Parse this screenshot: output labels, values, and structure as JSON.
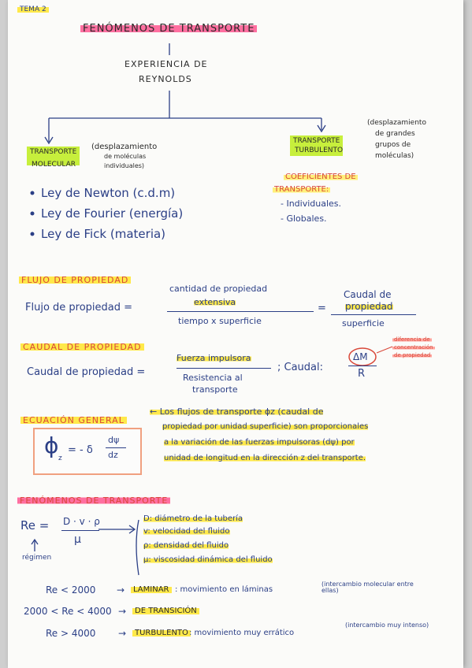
{
  "header": {
    "tema": "TEMA 2",
    "title": "FENÓMENOS DE TRANSPORTE"
  },
  "tree": {
    "root_line1": "EXPERIENCIA DE",
    "root_line2": "REYNOLDS",
    "left_box_line1": "TRANSPORTE",
    "left_box_line2": "MOLECULAR",
    "left_note_line1": "(desplazamiento",
    "left_note_line2": "de moléculas",
    "left_note_line3": "individuales)",
    "laws": [
      "Ley de Newton (c.d.m)",
      "Ley de Fourier (energía)",
      "Ley de Fick (materia)"
    ],
    "right_box_line1": "TRANSPORTE",
    "right_box_line2": "TURBULENTO",
    "right_note_line1": "(desplazamiento",
    "right_note_line2": "de grandes",
    "right_note_line3": "grupos de",
    "right_note_line4": "moléculas)",
    "coef_line1": "COEFICIENTES DE",
    "coef_line2": "TRANSPORTE:",
    "coef_items": [
      "- Individuales.",
      "- Globales."
    ]
  },
  "flujo": {
    "heading": "FLUJO DE PROPIEDAD",
    "lhs": "Flujo de propiedad =",
    "num1_line1": "cantidad de propiedad",
    "num1_line2": "extensiva",
    "den1": "tiempo x superficie",
    "equals": "=",
    "num2_line1": "Caudal de",
    "num2_line2": "propiedad",
    "den2": "superficie"
  },
  "caudal": {
    "heading": "CAUDAL DE PROPIEDAD",
    "lhs": "Caudal de propiedad =",
    "num": "Fuerza impulsora",
    "den_line1": "Resistencia al",
    "den_line2": "transporte",
    "sep": "; Caudal:",
    "delta": "ΔM",
    "r": "R",
    "note_line1": "diferencia de",
    "note_line2": "concentración",
    "note_line3": "de propiedad"
  },
  "ecuacion": {
    "heading": "ECUACIÓN GENERAL",
    "phi": "ϕ",
    "sub_z": "z",
    "formula_mid": "= - δ",
    "dpsi": "dψ",
    "dz": "dz",
    "text_lines": [
      "← Los flujos de transporte ϕz (caudal de",
      "propiedad por unidad superficie) son proporcionales",
      "a la variación de las fuerzas impulsoras (dψ) por",
      "unidad de longitud en la dirección z del transporte."
    ]
  },
  "reynolds": {
    "heading": "FENÓMENOS DE TRANSPORTE",
    "re": "Re =",
    "num": "D · v · ρ",
    "den": "μ",
    "regimen": "régimen",
    "defs": [
      "D: diámetro de la tubería",
      "v: velocidad del fluido",
      "ρ: densidad del fluido",
      "μ: viscosidad dinámica del fluido"
    ],
    "rows": [
      {
        "cond": "Re < 2000",
        "arrow": "→",
        "regime": "LAMINAR",
        "desc": ": movimiento en láminas",
        "paren": "(intercambio molecular entre ellas)"
      },
      {
        "cond": "2000 < Re < 4000",
        "arrow": "→",
        "regime": "DE TRANSICIÓN",
        "desc": "",
        "paren": ""
      },
      {
        "cond": "Re > 4000",
        "arrow": "→",
        "regime": "TURBULENTO",
        "desc": ": movimiento muy errático",
        "paren": "(intercambio muy intenso)"
      }
    ]
  },
  "colors": {
    "ink": "#2b3f86",
    "pink": "#ff6fa0",
    "yellow": "#ffe94a",
    "lime": "#c7ef3c",
    "red": "#d9483a",
    "paper": "#fbfbf9"
  }
}
